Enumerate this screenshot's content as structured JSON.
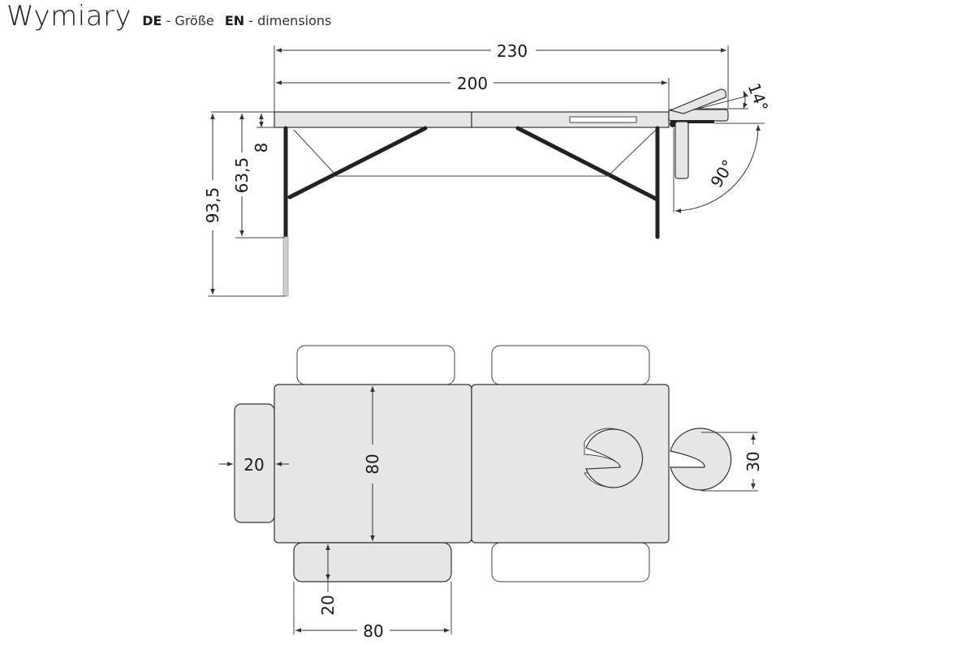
{
  "title": {
    "main": "Wymiary",
    "lang1": "DE",
    "word1": "- Größe",
    "lang2": "EN",
    "word2": "- dimensions"
  },
  "side_view": {
    "total_length": "230",
    "bed_length": "200",
    "thickness": "8",
    "min_height": "63,5",
    "max_height": "93,5",
    "headrest_angle": "14°",
    "armrest_angle": "90°"
  },
  "top_view": {
    "width": "80",
    "side_extension": "20",
    "face_hole": "30",
    "armrest_depth": "20",
    "armrest_length": "80"
  },
  "colors": {
    "surface": "#e6e6e6",
    "outline": "#333333",
    "leg": "#222222"
  }
}
